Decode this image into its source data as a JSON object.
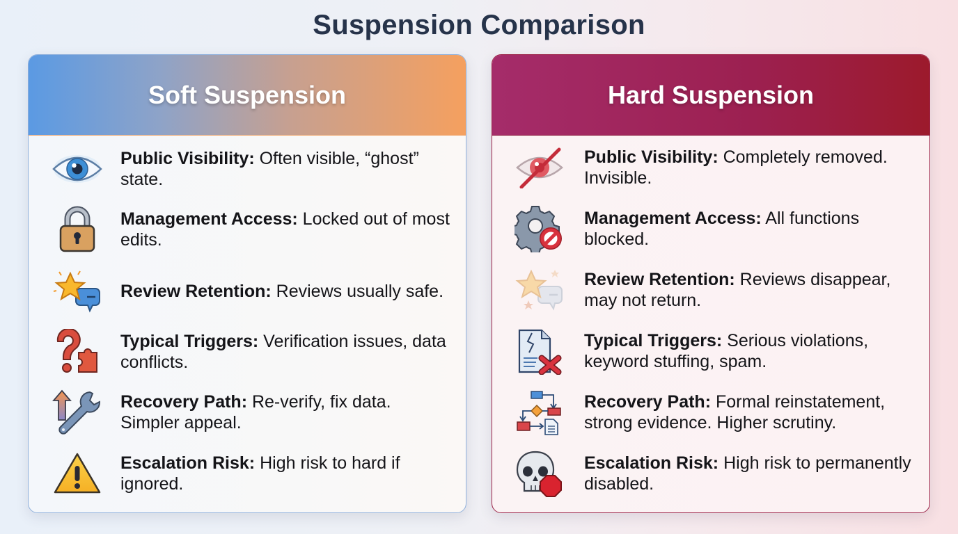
{
  "title": "Suspension Comparison",
  "panels": {
    "soft": {
      "header": "Soft Suspension",
      "accent_colors": [
        "#5b9ae3",
        "#f5a05f"
      ],
      "rows": [
        {
          "icon": "eye-icon",
          "label": "Public Visibility:",
          "text": " Often visible, “ghost” state."
        },
        {
          "icon": "padlock-icon",
          "label": "Management Access:",
          "text": " Locked out of most edits."
        },
        {
          "icon": "star-review-icon",
          "label": "Review Retention:",
          "text": " Reviews usually safe."
        },
        {
          "icon": "question-puzzle-icon",
          "label": "Typical Triggers:",
          "text": " Verification issues, data conflicts."
        },
        {
          "icon": "arrow-wrench-icon",
          "label": "Recovery Path:",
          "text": " Re-verify, fix data. Simpler appeal."
        },
        {
          "icon": "warning-triangle-icon",
          "label": "Escalation Risk:",
          "text": " High risk to hard if ignored."
        }
      ]
    },
    "hard": {
      "header": "Hard Suspension",
      "accent_colors": [
        "#a52c6a",
        "#9c1a2c"
      ],
      "rows": [
        {
          "icon": "eye-slash-icon",
          "label": "Public Visibility:",
          "text": " Completely removed. Invisible."
        },
        {
          "icon": "gear-blocked-icon",
          "label": "Management Access:",
          "text": " All functions blocked."
        },
        {
          "icon": "faded-star-review-icon",
          "label": "Review Retention:",
          "text": " Reviews disappear, may not return."
        },
        {
          "icon": "broken-document-x-icon",
          "label": "Typical Triggers:",
          "text": " Serious violations, keyword stuffing, spam."
        },
        {
          "icon": "flowchart-icon",
          "label": "Recovery Path:",
          "text": " Formal reinstatement, strong evidence. Higher scrutiny."
        },
        {
          "icon": "skull-stop-icon",
          "label": "Escalation Risk:",
          "text": " High risk to permanently disabled."
        }
      ]
    }
  }
}
